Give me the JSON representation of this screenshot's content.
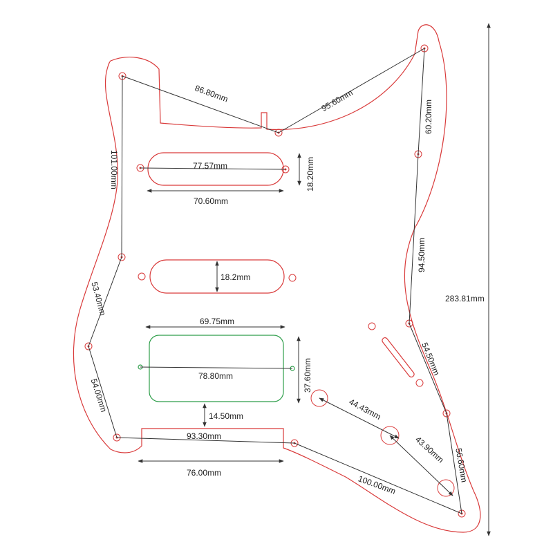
{
  "colors": {
    "outline": "#d93a3a",
    "humbucker": "#2e9e4a",
    "dimension": "#333333"
  },
  "dimensions": {
    "top_left": "86.80mm",
    "top_right": "95.60mm",
    "right_upper": "60.20mm",
    "left_upper": "101.00mm",
    "pickup1_length": "77.57mm",
    "pickup1_height": "18.20mm",
    "pickup1_width": "70.60mm",
    "pickup2_height": "18.2mm",
    "right_mid": "94.50mm",
    "overall_height": "283.81mm",
    "left_mid": "53.40mm",
    "humbucker_width": "69.75mm",
    "humbucker_height": "37.60mm",
    "humbucker_length": "78.80mm",
    "right_lower": "54.50mm",
    "left_lower": "54.00mm",
    "control_spacing_1": "44.43mm",
    "gap": "14.50mm",
    "bottom_span": "93.30mm",
    "control_spacing_2": "43.90mm",
    "right_bottom": "56.60mm",
    "bottom_width": "76.00mm",
    "bottom_right": "100.00mm"
  }
}
